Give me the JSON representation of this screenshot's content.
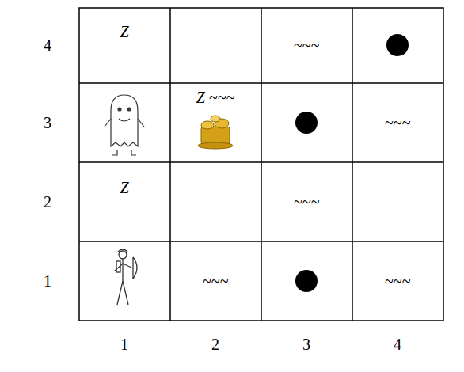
{
  "diagram": {
    "labels": [
      "4",
      "Z",
      "~~~",
      "3",
      "Z ~~~",
      "~~~",
      "2",
      "Z",
      "~~~",
      "1",
      "~~~",
      "~~~",
      "1",
      "2",
      "3",
      "4"
    ]
  }
}
